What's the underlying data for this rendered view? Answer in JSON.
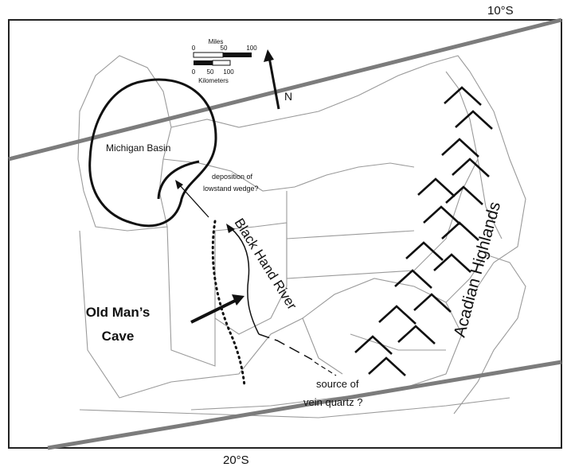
{
  "latitude_labels": {
    "top": "10°S",
    "bottom": "20°S"
  },
  "scale_bar": {
    "miles_title": "Miles",
    "miles_ticks": [
      "0",
      "50",
      "100"
    ],
    "km_ticks": [
      "0",
      "50",
      "100"
    ],
    "km_title": "Kilometers"
  },
  "north_label": "N",
  "labels": {
    "michigan_basin": "Michigan Basin",
    "lowstand_line1": "deposition of",
    "lowstand_line2": "lowstand wedge?",
    "river": "Black Hand River",
    "cave_line1": "Old Man’s",
    "cave_line2": "Cave",
    "source_line1": "source of",
    "source_line2": "vein quartz ?",
    "highlands": "Acadian Highlands"
  }
}
